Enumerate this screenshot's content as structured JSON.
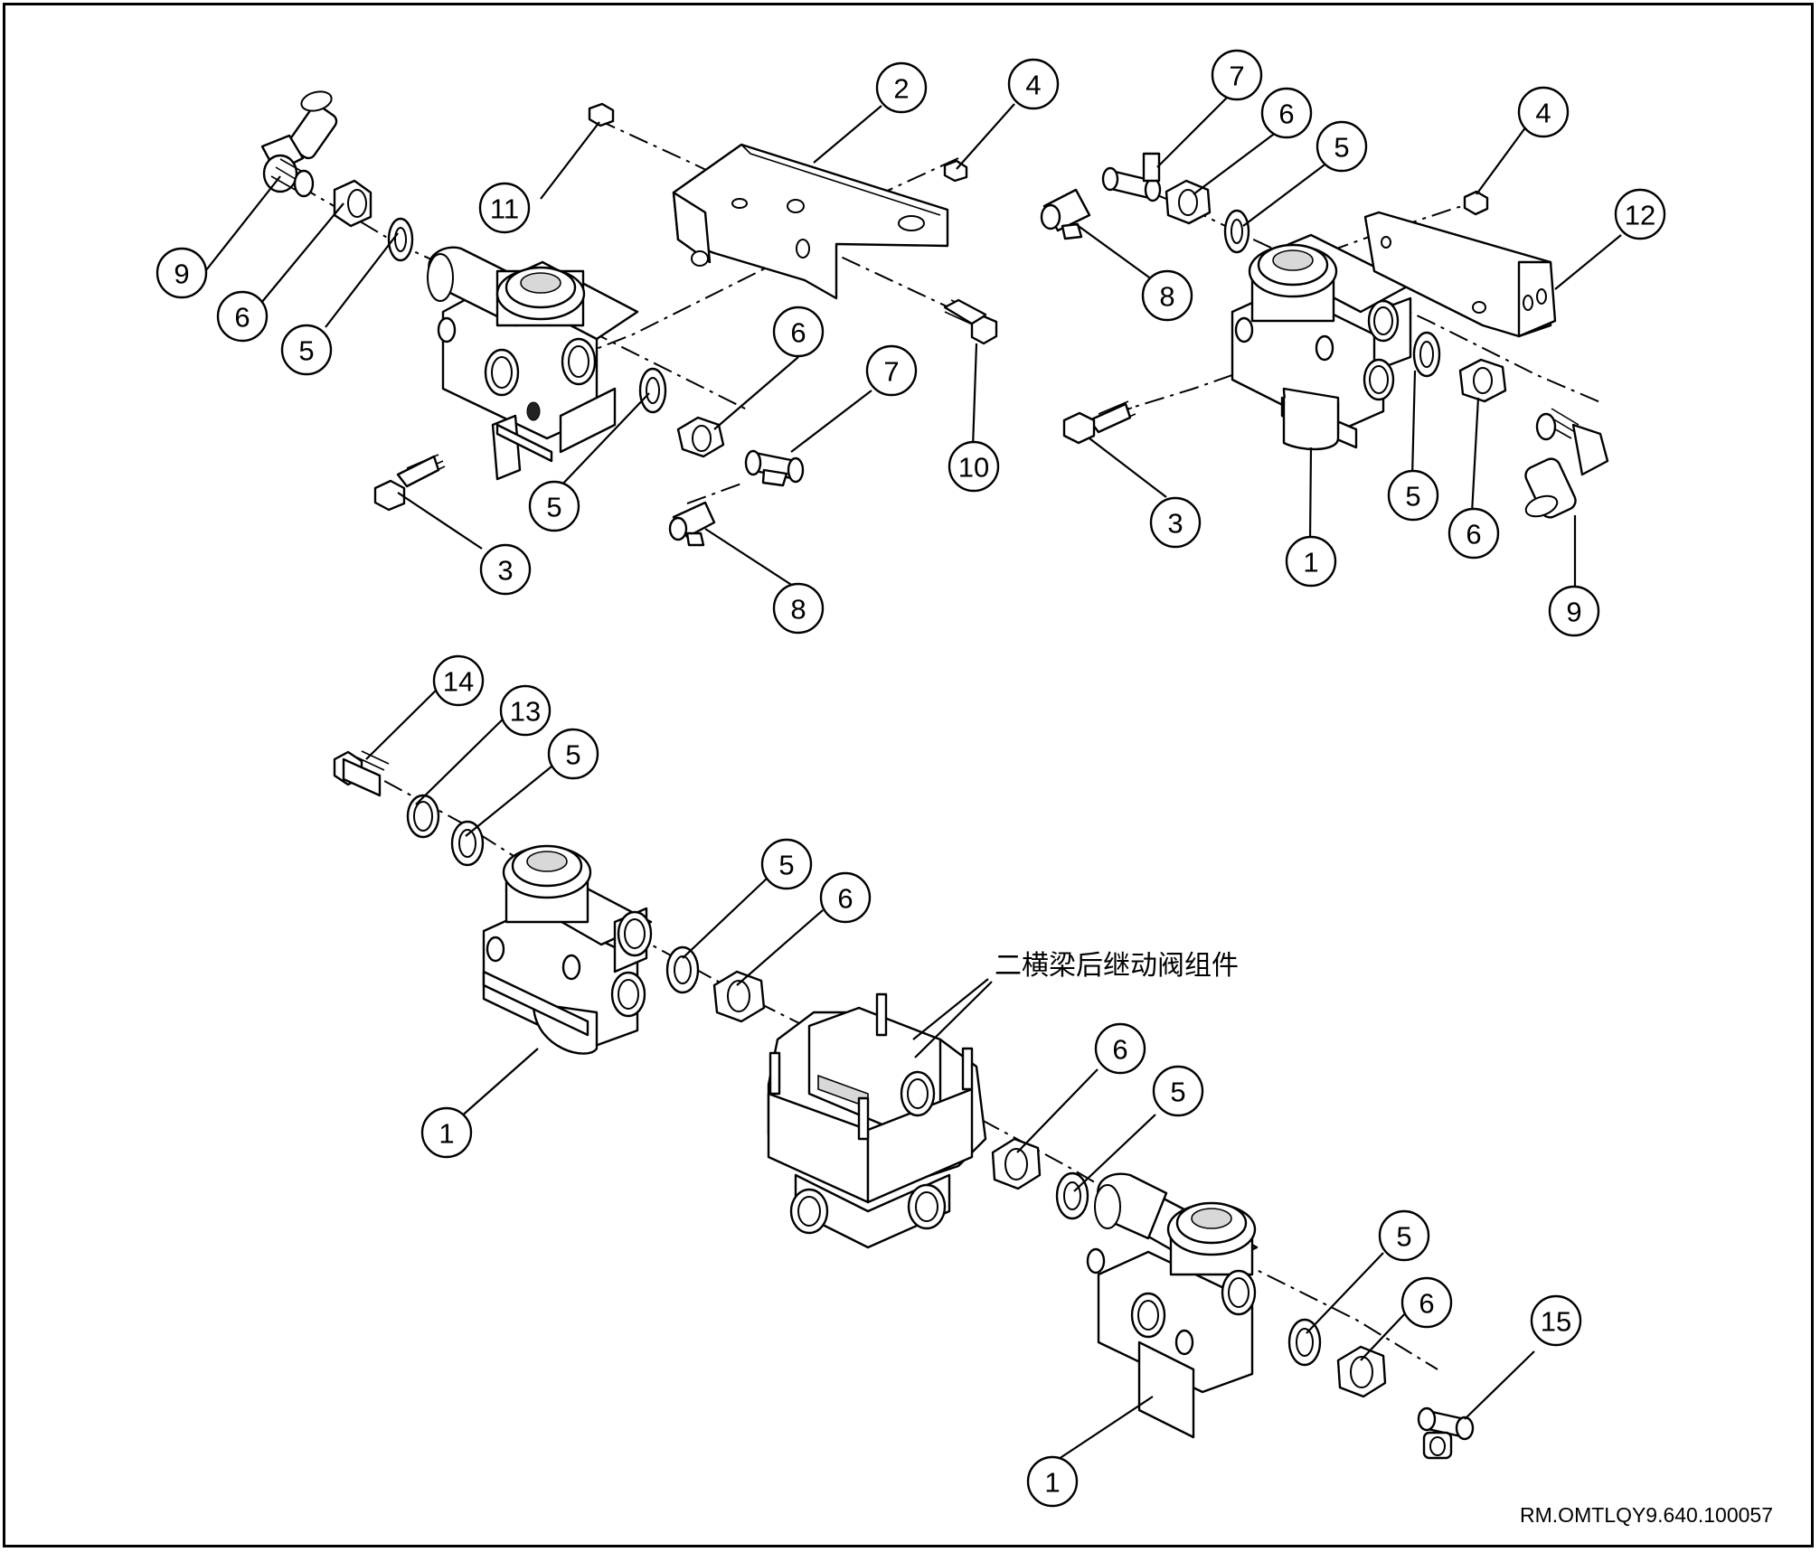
{
  "diagram": {
    "assembly_label": "二横梁后继动阀组件",
    "document_id": "RM.OMTLQY9.640.100057"
  },
  "callouts": {
    "c01": "9",
    "c02": "6",
    "c03": "5",
    "c04": "11",
    "c05": "2",
    "c06": "4",
    "c07": "10",
    "c08": "6",
    "c09": "7",
    "c10": "5",
    "c11": "3",
    "c12": "8",
    "c13": "7",
    "c14": "6",
    "c15": "5",
    "c16": "4",
    "c17": "12",
    "c18": "8",
    "c19": "3",
    "c20": "1",
    "c21": "5",
    "c22": "6",
    "c23": "9",
    "c24": "14",
    "c25": "13",
    "c26": "5",
    "c27": "1",
    "c28": "5",
    "c29": "6",
    "c30": "6",
    "c31": "5",
    "c32": "5",
    "c33": "6",
    "c34": "15",
    "c35": "1"
  }
}
